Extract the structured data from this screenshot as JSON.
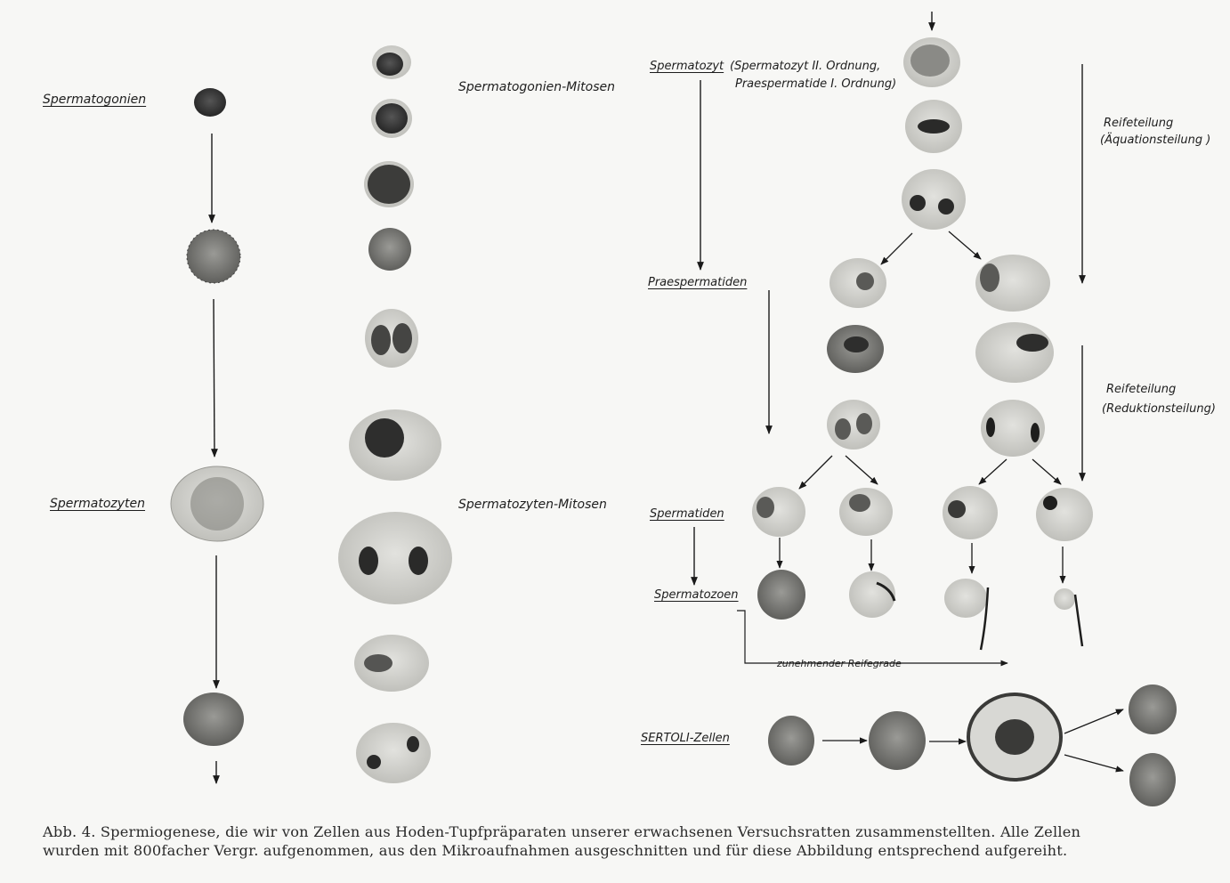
{
  "labels": {
    "spermatogonien": "Spermatogonien",
    "spermatogonien_mitosen": "Spermatogonien-Mitosen",
    "spermatozyten": "Spermatozyten",
    "spermatozyten_mitosen": "Spermatozyten-Mitosen",
    "spermatozyt": "Spermatozyt",
    "spermatozyt_note_line1": "(Spermatozyt II. Ordnung,",
    "spermatozyt_note_line2": "Praespermatide I. Ordnung)",
    "reifeteilung_1_line1": "Reifeteilung",
    "reifeteilung_1_line2": "(Äquationsteilung )",
    "praespermatiden": "Praespermatiden",
    "reifeteilung_2_line1": "Reifeteilung",
    "reifeteilung_2_line2": "(Reduktionsteilung)",
    "spermatiden": "Spermatiden",
    "spermatozoen": "Spermatozoen",
    "reifegrade": "zunehmender Reifegrade",
    "sertoli": "SERTOLI-Zellen"
  },
  "caption": {
    "line1": "Abb. 4. Spermiogenese, die wir von Zellen aus Hoden-Tupfpräparaten unserer erwachsenen Versuchsratten zusammenstellten. Alle Zellen",
    "line2": "wurden mit 800facher Vergr. aufgenommen, aus den Mikroaufnahmen ausgeschnitten und für diese Abbildung entsprechend aufgereiht."
  },
  "colors": {
    "ink": "#1a1a1a",
    "paper": "#f7f7f5",
    "cell": "#c9c9c5",
    "nucleus": "#2b2b2b"
  }
}
